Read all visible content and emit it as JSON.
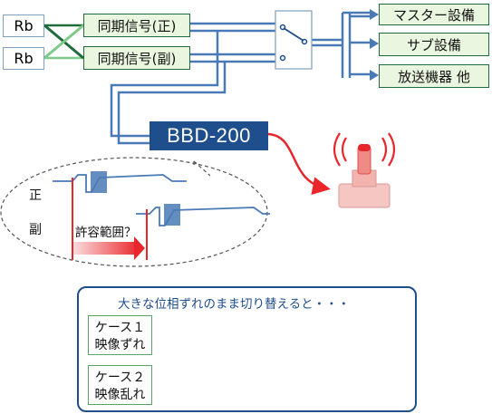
{
  "sources": [
    "Rb",
    "Rb"
  ],
  "sync": [
    "同期信号(正)",
    "同期信号(副)"
  ],
  "outputs": [
    "マスター設備",
    "サブ設備",
    "放送機器 他"
  ],
  "device": "BBD-200",
  "timing": {
    "main_label": "正",
    "sub_label": "副",
    "tolerance_label": "許容範囲？"
  },
  "panel": {
    "title": "大きな位相ずれのまま切り替えると・・・",
    "cases": [
      {
        "line1": "ケース１",
        "line2": "映像ずれ"
      },
      {
        "line1": "ケース２",
        "line2": "映像乱れ"
      }
    ]
  },
  "colors": {
    "line": "#4a7ab5",
    "green": "#1f6b3a",
    "box": "#eaf6df",
    "device": "#1f4e8c",
    "alarm": "#e8262b",
    "arrow": "#79a6c9"
  }
}
